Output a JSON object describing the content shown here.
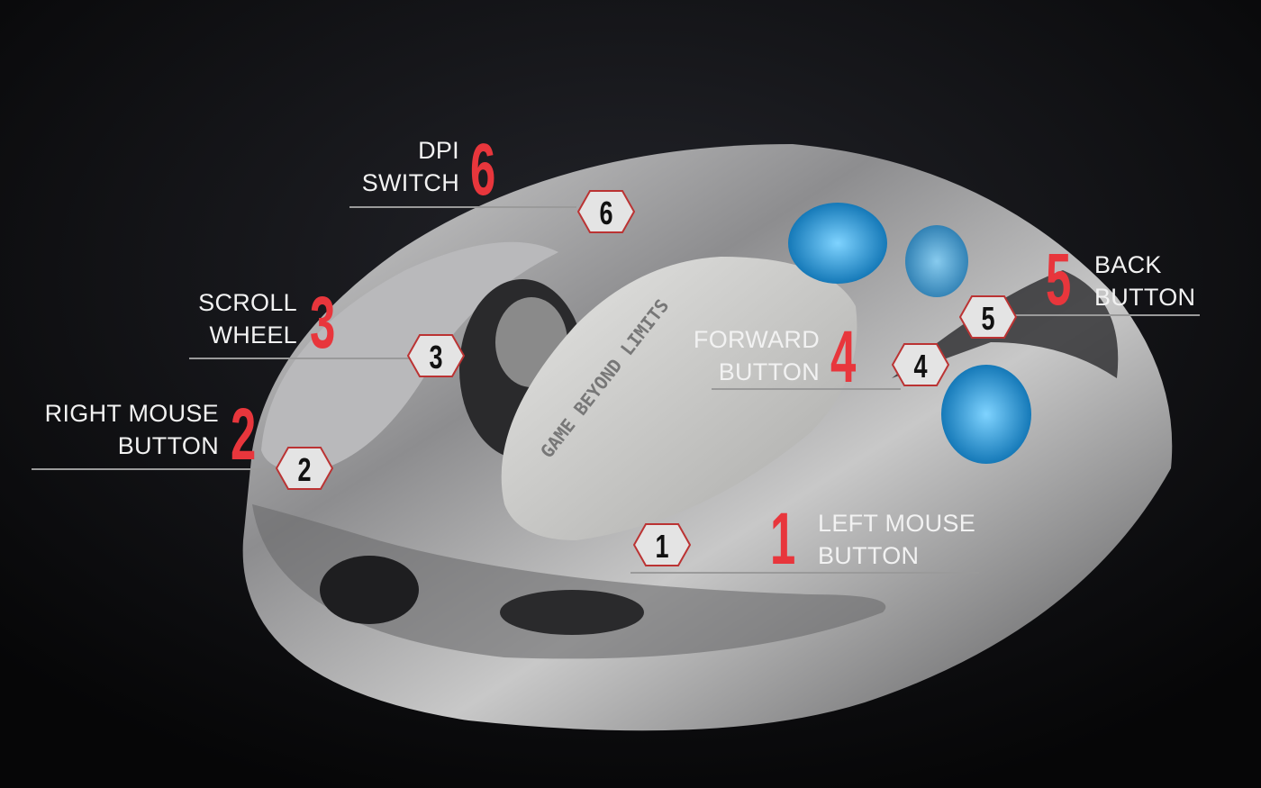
{
  "product_text": "GAME BEYOND LIMITS",
  "colors": {
    "background": "#0b0b0d",
    "accent_number": "#e8363c",
    "label_text": "#f2f2f2",
    "glow": "#2aa6e8"
  },
  "callouts": [
    {
      "number": "1",
      "line1": "LEFT MOUSE",
      "line2": "BUTTON"
    },
    {
      "number": "2",
      "line1": "RIGHT MOUSE",
      "line2": "BUTTON"
    },
    {
      "number": "3",
      "line1": "SCROLL",
      "line2": "WHEEL"
    },
    {
      "number": "4",
      "line1": "FORWARD",
      "line2": "BUTTON"
    },
    {
      "number": "5",
      "line1": "BACK",
      "line2": "BUTTON"
    },
    {
      "number": "6",
      "line1": "DPI",
      "line2": "SWITCH"
    }
  ]
}
